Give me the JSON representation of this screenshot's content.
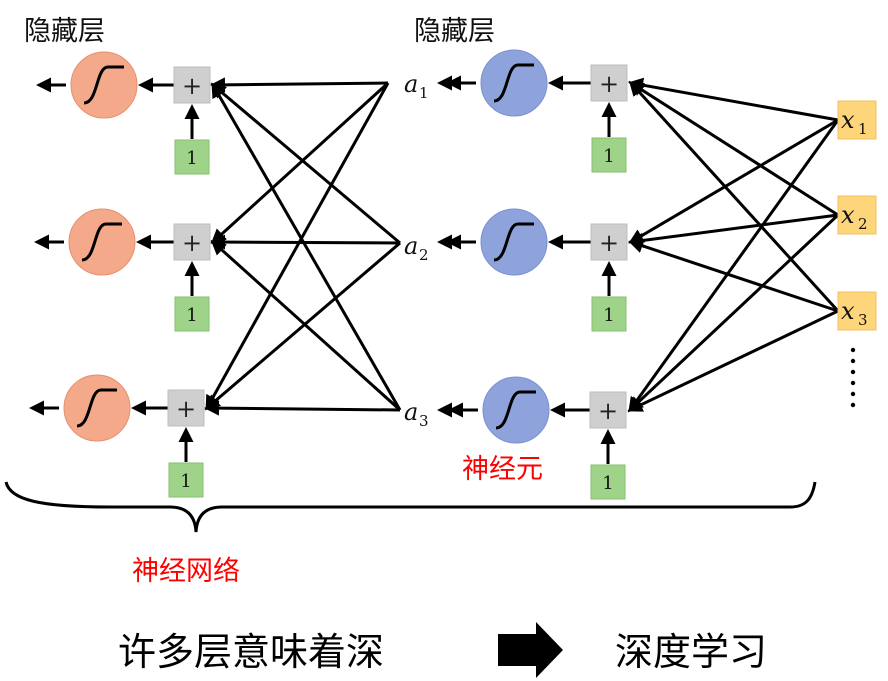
{
  "labels": {
    "hidden_layer_left": "隐藏层",
    "hidden_layer_right": "隐藏层",
    "neuron": "神经元",
    "neural_network": "神经网络",
    "many_layers": "许多层意味着深",
    "deep_learning": "深度学习",
    "plus": "+",
    "bias": "1",
    "ellipsis": "⋮"
  },
  "inputs": [
    {
      "var": "x",
      "sub": "1"
    },
    {
      "var": "x",
      "sub": "2"
    },
    {
      "var": "x",
      "sub": "3"
    }
  ],
  "activations": [
    {
      "var": "a",
      "sub": "1"
    },
    {
      "var": "a",
      "sub": "2"
    },
    {
      "var": "a",
      "sub": "3"
    }
  ],
  "colors": {
    "left_neuron": "#f4a98a",
    "left_neuron_stroke": "#e8906c",
    "right_neuron": "#8ea3db",
    "right_neuron_stroke": "#7a91cf",
    "sum_box": "#cfcfcf",
    "bias_box": "#9fd38a",
    "input_box": "#fdd57a",
    "accent_red": "#ff0000"
  }
}
